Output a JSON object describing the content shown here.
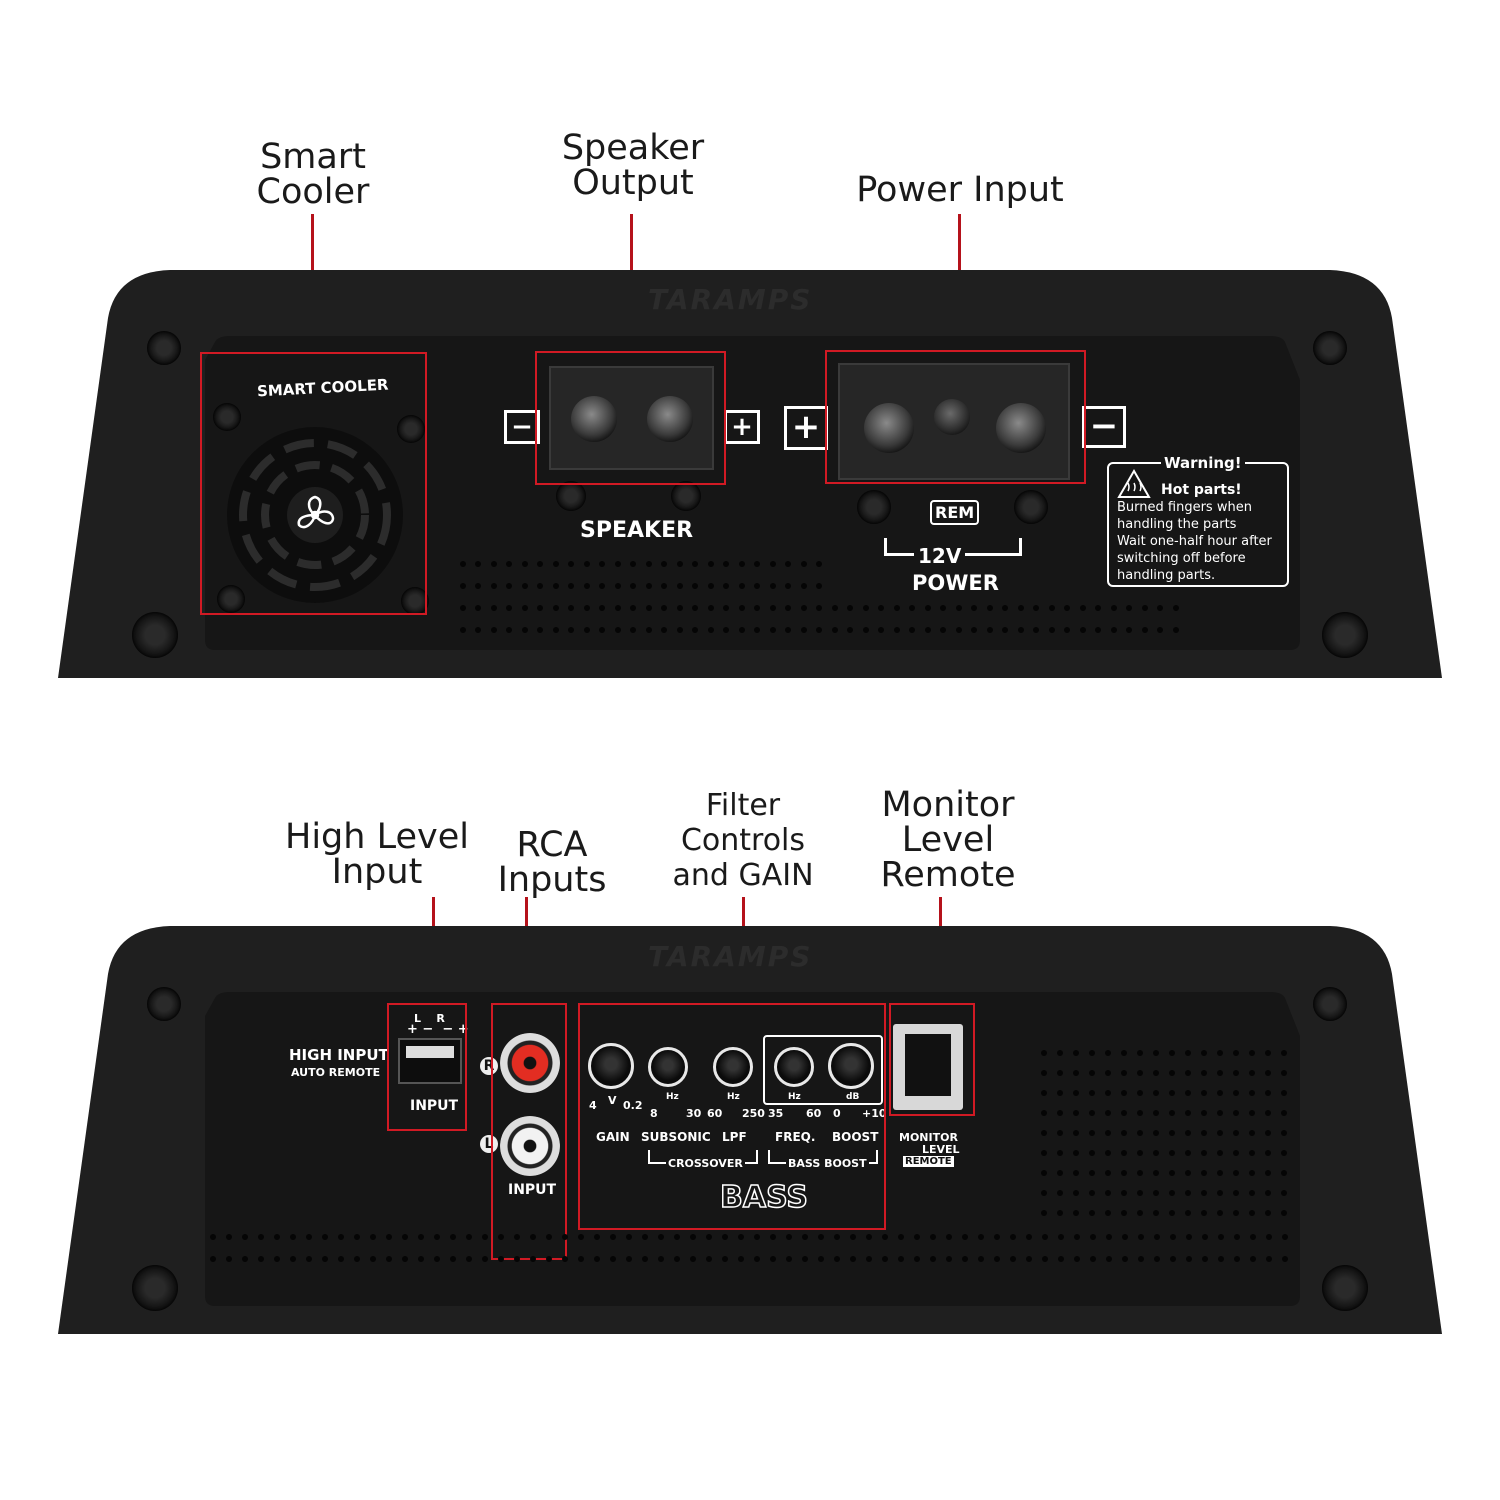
{
  "top_amp": {
    "callouts": {
      "smart_cooler": [
        "Smart",
        "Cooler"
      ],
      "speaker_output": [
        "Speaker",
        "Output"
      ],
      "power_input": [
        "Power Input"
      ]
    },
    "brand": "TARAMPS",
    "fan_label": "SMART COOLER",
    "speaker_label": "SPEAKER",
    "rem_label": "REM",
    "voltage_label": "12V",
    "power_label": "POWER",
    "minus_sign": "−",
    "plus_sign": "+",
    "warning": {
      "title": "Warning!",
      "heading": "Hot parts!",
      "lines": [
        "Burned fingers when",
        "handling the parts",
        "Wait one-half hour after",
        "switching off before",
        "handling parts."
      ]
    }
  },
  "bottom_amp": {
    "callouts": {
      "high_level_input": [
        "High Level",
        "Input"
      ],
      "rca_inputs": [
        "RCA",
        "Inputs"
      ],
      "filter_controls": [
        "Filter",
        "Controls",
        "and GAIN"
      ],
      "monitor_level_remote": [
        "Monitor",
        "Level",
        "Remote"
      ]
    },
    "brand": "TARAMPS",
    "high_input_label": "HIGH INPUT",
    "auto_remote_label": "AUTO REMOTE",
    "lr_label": "L    R",
    "polarity_label": "+ −  − +",
    "input_label": "INPUT",
    "rca_r": "R",
    "rca_l": "L",
    "rca_input_label": "INPUT",
    "knob_labels": [
      "GAIN",
      "SUBSONIC",
      "LPF",
      "FREQ.",
      "BOOST"
    ],
    "scale_labels": {
      "gain": [
        "4",
        "V",
        "0.2"
      ],
      "subsonic": [
        "Hz",
        "8",
        "30"
      ],
      "lpf": [
        "Hz",
        "60",
        "250"
      ],
      "freq": [
        "Hz",
        "35",
        "60"
      ],
      "boost": [
        "dB",
        "0",
        "+10"
      ]
    },
    "crossover_label": "CROSSOVER",
    "bass_boost_label": "BASS BOOST",
    "bass_label": "BASS",
    "monitor_label": [
      "MONITOR",
      "LEVEL",
      "REMOTE"
    ]
  },
  "colors": {
    "highlight": "#d11a24",
    "leader": "#b5121b",
    "chassis": "#1f1f1f",
    "panel": "#1b1b1b",
    "rca_red": "#e32d22"
  }
}
